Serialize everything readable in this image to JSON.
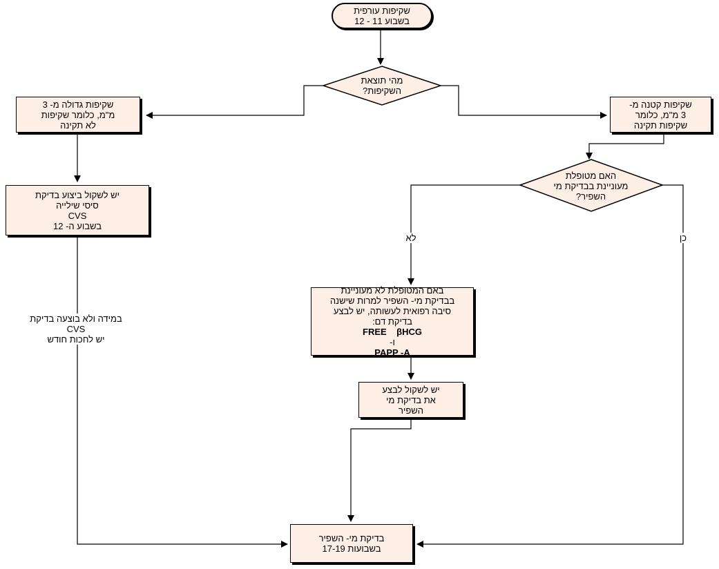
{
  "nodes": {
    "start": {
      "lines": [
        "שקיפות עורפית",
        "בשבוע 11 - 12"
      ]
    },
    "decision_result": {
      "lines": [
        "מהי תוצאת",
        "השקיפות?"
      ]
    },
    "thick": {
      "lines": [
        "שקיפות גדולה מ- 3",
        "מ\"מ, כלומר שקיפות",
        "לא תקינה"
      ]
    },
    "thin": {
      "lines": [
        "שקיפות קטנה מ-",
        "3 מ\"מ, כלומר",
        "שקיפות תקינה"
      ]
    },
    "decision_interest": {
      "lines": [
        "האם מטופלת",
        "מעוניינת בבדיקת מי",
        "השפיר?"
      ]
    },
    "cvs": {
      "lines": [
        "יש לשקול ביצוע בדיקת",
        "סיסי שילייה",
        "CVS",
        "בשבוע ה- 12"
      ]
    },
    "blood_test": {
      "lines": [
        "באם המטופלת לא מעוניינת",
        "בבדיקת מי- השפיר למרות שישנה",
        "סיבה רפואית לעשותה, יש לבצע",
        "בדיקת דם:"
      ],
      "bold_lines": [
        "FREE    βHCG",
        "ו-",
        "PAPP -A"
      ]
    },
    "consider_amnio": {
      "lines": [
        "יש לשקול לבצע",
        "את בדיקת מי",
        "השפיר"
      ]
    },
    "amnio": {
      "lines": [
        "בדיקת מי- השפיר",
        "בשבועות 17-19"
      ]
    }
  },
  "edge_labels": {
    "no": "לא",
    "yes": "כן",
    "no_cvs": [
      "במידה ולא בוצעה בדיקת",
      "CVS",
      "יש לחכות חודש"
    ]
  },
  "colors": {
    "fill": "#fdeee6",
    "stroke": "#000000",
    "background": "#ffffff"
  }
}
